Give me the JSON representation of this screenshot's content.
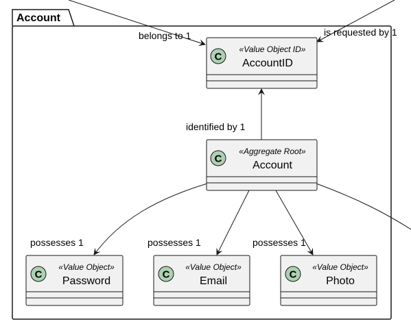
{
  "package": {
    "title": "Account"
  },
  "classes": {
    "account_id": {
      "stereotype": "«Value Object ID»",
      "name": "AccountID",
      "glyph": "C"
    },
    "account": {
      "stereotype": "«Aggregate Root»",
      "name": "Account",
      "glyph": "C"
    },
    "password": {
      "stereotype": "«Value Object»",
      "name": "Password",
      "glyph": "C"
    },
    "email": {
      "stereotype": "«Value Object»",
      "name": "Email",
      "glyph": "C"
    },
    "photo": {
      "stereotype": "«Value Object»",
      "name": "Photo",
      "glyph": "C"
    }
  },
  "relations": {
    "belongs_to": "belongs to 1",
    "is_requested_by": "is requested by 1",
    "identified_by": "identified by 1",
    "possesses_password": "possesses 1",
    "possesses_email": "possesses 1",
    "possesses_photo": "possesses 1"
  },
  "colors": {
    "class_fill": "#f1f1f1",
    "class_border": "#181818",
    "glyph_fill": "#add1b2",
    "line": "#181818"
  }
}
